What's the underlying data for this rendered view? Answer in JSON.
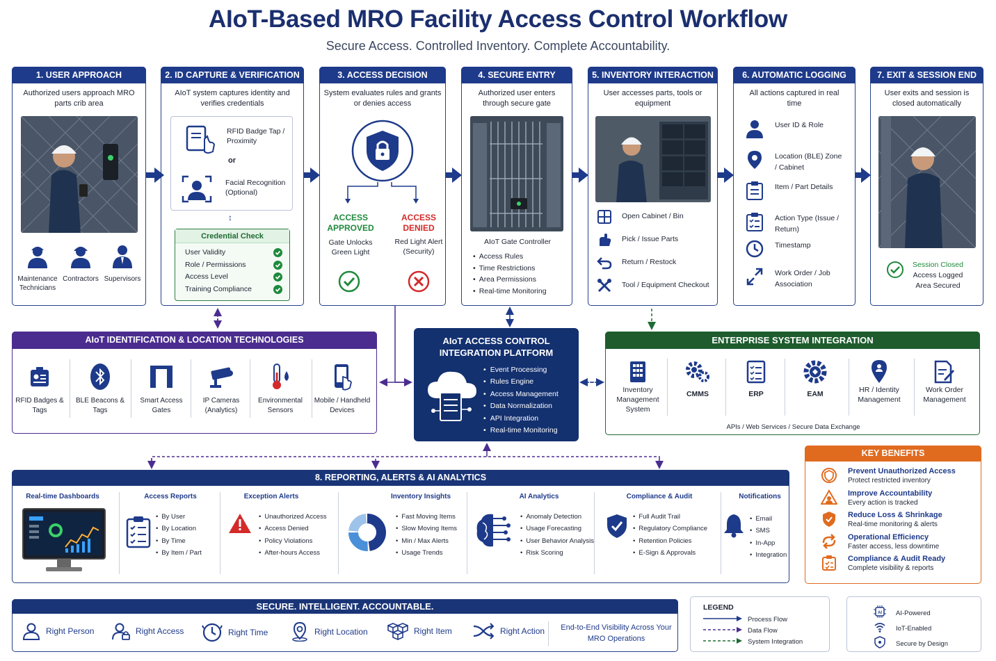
{
  "title": "AIoT-Based MRO Facility Access Control Workflow",
  "subtitle": "Secure Access. Controlled Inventory. Complete Accountability.",
  "steps": [
    {
      "title": "1. USER APPROACH",
      "desc": "Authorized users approach MRO parts crib area",
      "roles": [
        "Maintenance Technicians",
        "Contractors",
        "Supervisors"
      ]
    },
    {
      "title": "2. ID CAPTURE & VERIFICATION",
      "desc": "AIoT system captures identity and verifies credentials",
      "rfid": "RFID Badge Tap / Proximity",
      "or": "or",
      "facial": "Facial Recognition (Optional)",
      "credential_title": "Credential Check",
      "checks": [
        "User Validity",
        "Role / Permissions",
        "Access Level",
        "Training Compliance"
      ]
    },
    {
      "title": "3. ACCESS DECISION",
      "desc": "System evaluates rules and grants or denies access",
      "approved": "ACCESS APPROVED",
      "approved_note": "Gate Unlocks Green Light",
      "denied": "ACCESS DENIED",
      "denied_note": "Red Light Alert (Security)"
    },
    {
      "title": "4. SECURE ENTRY",
      "desc": "Authorized user enters through secure gate",
      "controller": "AIoT Gate Controller",
      "features": [
        "Access Rules",
        "Time Restrictions",
        "Area Permissions",
        "Real-time Monitoring"
      ]
    },
    {
      "title": "5. INVENTORY INTERACTION",
      "desc": "User accesses parts, tools or equipment",
      "actions": [
        "Open Cabinet / Bin",
        "Pick / Issue Parts",
        "Return / Restock",
        "Tool / Equipment Checkout"
      ]
    },
    {
      "title": "6. AUTOMATIC LOGGING",
      "desc": "All actions captured in real time",
      "logs": [
        "User ID & Role",
        "Location (BLE) Zone / Cabinet",
        "Item / Part Details",
        "Action Type (Issue / Return)",
        "Timestamp",
        "Work Order / Job Association"
      ]
    },
    {
      "title": "7. EXIT & SESSION END",
      "desc": "User exits and session is closed automatically",
      "session": [
        "Session Closed",
        "Access Logged",
        "Area Secured"
      ]
    }
  ],
  "tech": {
    "title": "AIoT IDENTIFICATION & LOCATION TECHNOLOGIES",
    "items": [
      "RFID Badges & Tags",
      "BLE Beacons & Tags",
      "Smart Access Gates",
      "IP Cameras (Analytics)",
      "Environmental Sensors",
      "Mobile / Handheld Devices"
    ]
  },
  "platform": {
    "title": "AIoT ACCESS CONTROL INTEGRATION PLATFORM",
    "items": [
      "Event Processing",
      "Rules Engine",
      "Access Management",
      "Data Normalization",
      "API Integration",
      "Real-time Monitoring"
    ]
  },
  "enterprise": {
    "title": "ENTERPRISE SYSTEM INTEGRATION",
    "items": [
      "Inventory Management System",
      "CMMS",
      "ERP",
      "EAM",
      "HR / Identity Management",
      "Work Order Management"
    ],
    "footer": "APIs / Web Services / Secure Data Exchange"
  },
  "reporting": {
    "title": "8. REPORTING, ALERTS & AI ANALYTICS",
    "sections": [
      {
        "title": "Real-time Dashboards",
        "items": []
      },
      {
        "title": "Access Reports",
        "items": [
          "By User",
          "By Location",
          "By Time",
          "By Item / Part"
        ]
      },
      {
        "title": "Exception Alerts",
        "items": [
          "Unauthorized Access",
          "Access Denied",
          "Policy Violations",
          "After-hours Access"
        ]
      },
      {
        "title": "Inventory Insights",
        "items": [
          "Fast Moving Items",
          "Slow Moving Items",
          "Min / Max Alerts",
          "Usage Trends"
        ]
      },
      {
        "title": "AI Analytics",
        "items": [
          "Anomaly Detection",
          "Usage Forecasting",
          "User Behavior Analysis",
          "Risk Scoring"
        ]
      },
      {
        "title": "Compliance & Audit",
        "items": [
          "Full Audit Trail",
          "Regulatory Compliance",
          "Retention Policies",
          "E-Sign & Approvals"
        ]
      },
      {
        "title": "Notifications",
        "items": [
          "Email",
          "SMS",
          "In-App",
          "Integration"
        ]
      }
    ]
  },
  "benefits": {
    "title": "KEY BENEFITS",
    "items": [
      {
        "t": "Prevent Unauthorized Access",
        "s": "Protect restricted inventory"
      },
      {
        "t": "Improve Accountability",
        "s": "Every action is tracked"
      },
      {
        "t": "Reduce Loss & Shrinkage",
        "s": "Real-time monitoring & alerts"
      },
      {
        "t": "Operational Efficiency",
        "s": "Faster access, less downtime"
      },
      {
        "t": "Compliance & Audit Ready",
        "s": "Complete visibility & reports"
      }
    ]
  },
  "footer": {
    "title": "SECURE. INTELLIGENT. ACCOUNTABLE.",
    "items": [
      "Right Person",
      "Right Access",
      "Right Time",
      "Right Location",
      "Right Item",
      "Right Action"
    ],
    "tagline": "End-to-End Visibility Across Your MRO Operations"
  },
  "legend": {
    "title": "LEGEND",
    "items": [
      "Process Flow",
      "Data Flow",
      "System Integration"
    ]
  },
  "badges": [
    "AI-Powered",
    "IoT-Enabled",
    "Secure by Design"
  ],
  "colors": {
    "navy": "#1e3a8a",
    "purple": "#4b2d8f",
    "green": "#1e6b34",
    "orange": "#e06b1f",
    "approve": "#1f8a3c",
    "deny": "#d42a2a"
  }
}
